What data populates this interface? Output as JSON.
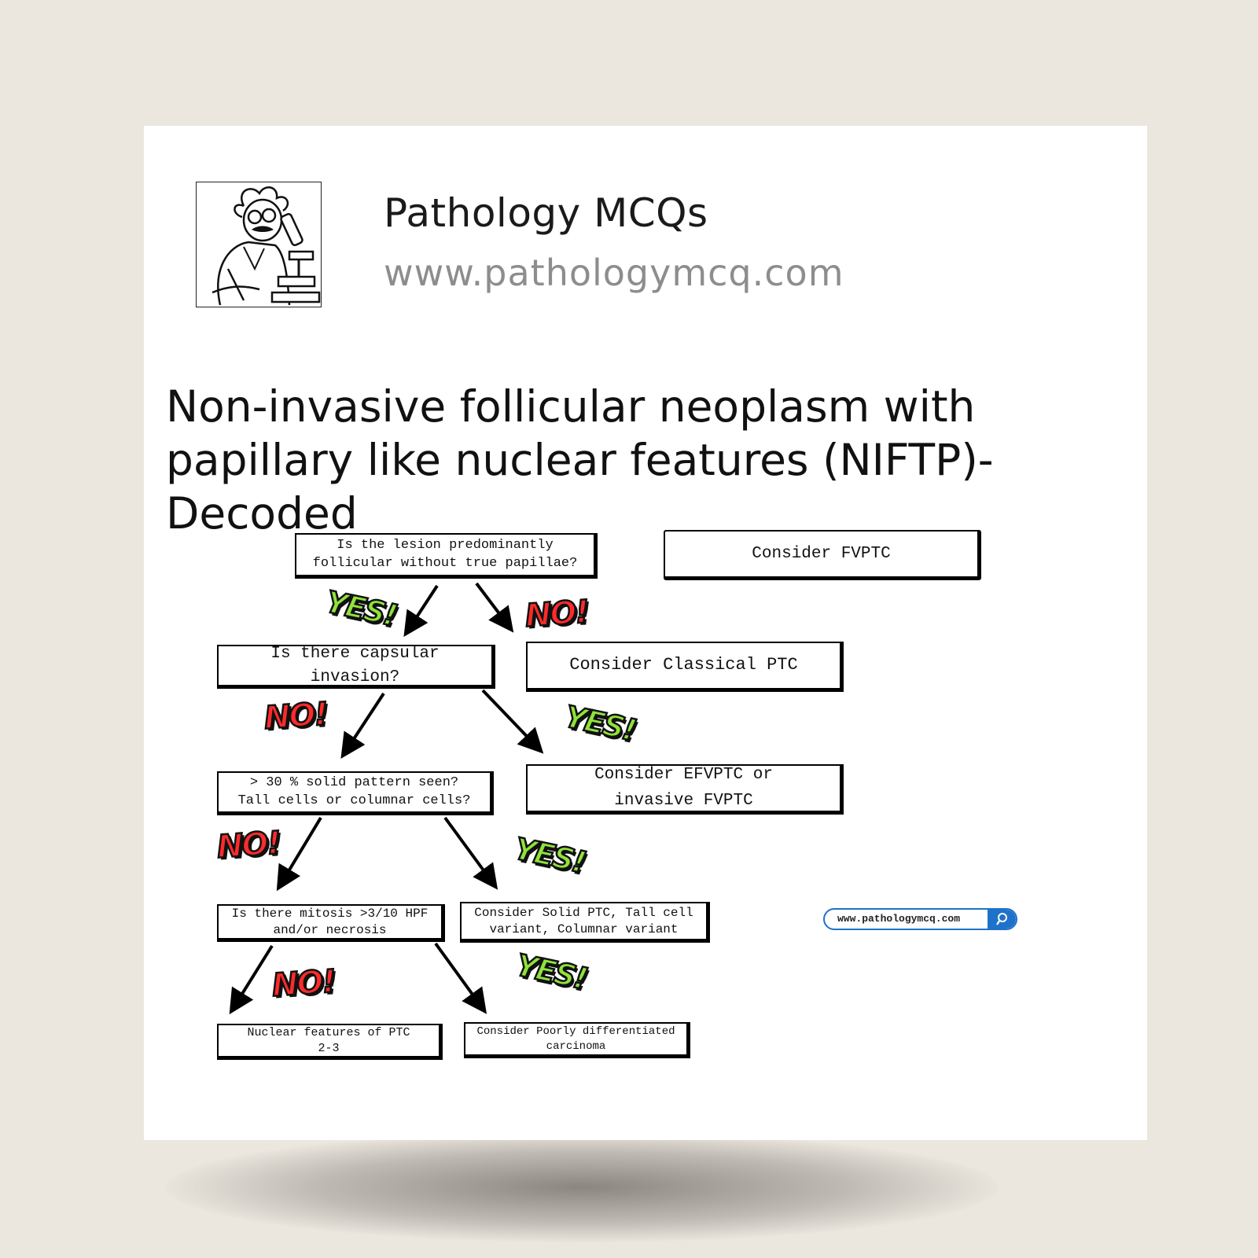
{
  "brand": {
    "name": "Pathology MCQs",
    "url": "www.pathologymcq.com"
  },
  "title": "Non-invasive follicular neoplasm with papillary like nuclear features (NIFTP)- Decoded",
  "nodes": {
    "q1": "Is the lesion predominantly\nfollicular without true papillae?",
    "fvptc": "Consider FVPTC",
    "q2": "Is there capsular\ninvasion?",
    "classical": "Consider Classical PTC",
    "q3": "> 30 % solid pattern seen?\nTall cells or columnar cells?",
    "efvptc": "Consider EFVPTC or\ninvasive FVPTC",
    "q4": "Is there mitosis >3/10 HPF\nand/or necrosis",
    "solid": "Consider Solid PTC, Tall cell\nvariant, Columnar variant",
    "q5": "Nuclear features of PTC\n2-3",
    "poorly": "Consider Poorly differentiated\ncarcinoma"
  },
  "badges": {
    "yes": "YES!",
    "no": "NO!"
  },
  "search": {
    "text": "www.pathologymcq.com",
    "icon": "search-icon"
  },
  "colors": {
    "yes": "#8fe33a",
    "no": "#ff2b2b",
    "search_accent": "#1f72c9"
  }
}
